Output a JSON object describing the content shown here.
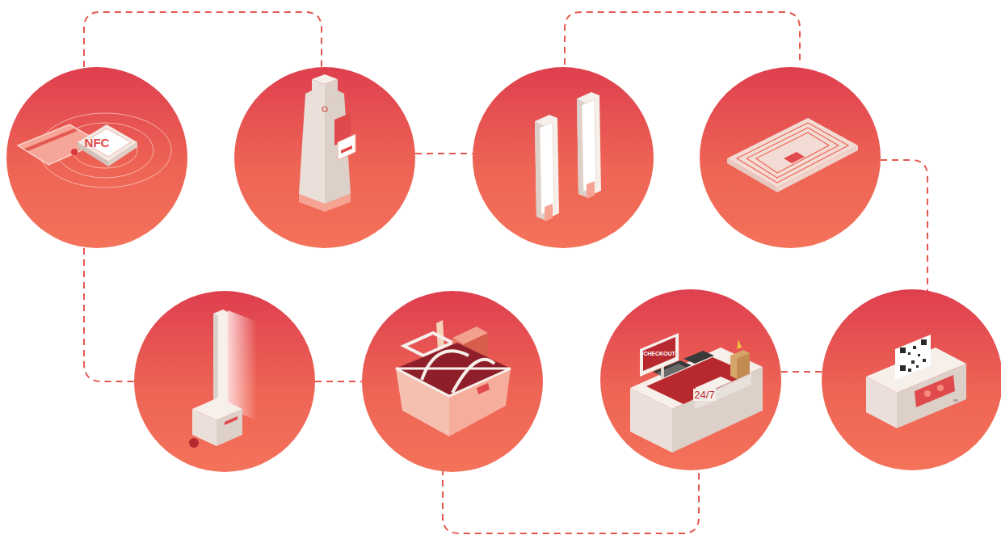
{
  "diagram": {
    "labels": [
      "NFC",
      "CHECKOUT",
      "24/7"
    ]
  }
}
